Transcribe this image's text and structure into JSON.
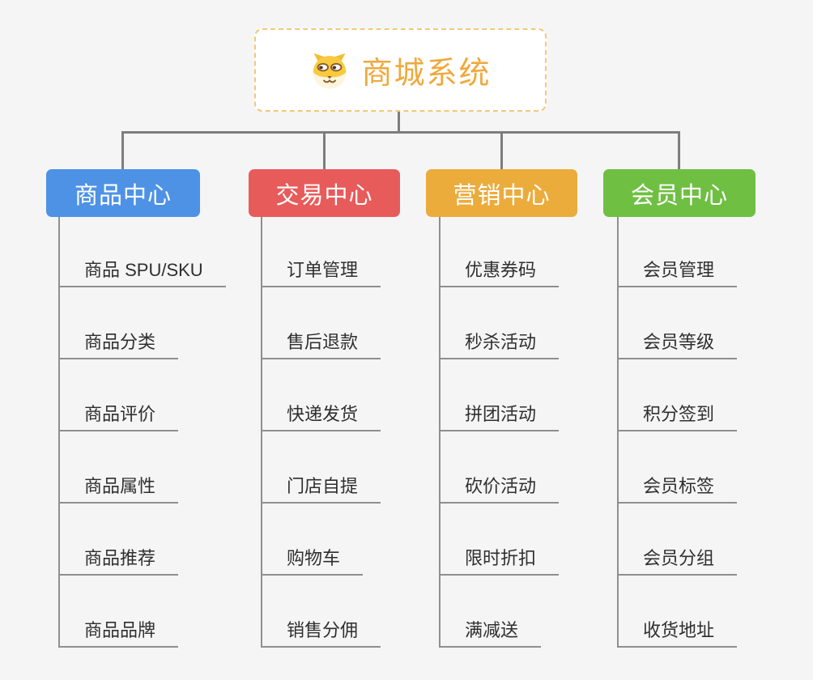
{
  "canvas": {
    "background": "#f5f5f6",
    "connector_color": "#7d7d7d",
    "leaf_line_color": "#8f8f8f"
  },
  "root": {
    "title": "商城系统",
    "icon": "dog-face-icon",
    "text_color": "#efa93d",
    "border_color": "#f2c879",
    "background": "#ffffff"
  },
  "branches": [
    {
      "label": "商品中心",
      "color": "#4d92e5",
      "children": [
        "商品 SPU/SKU",
        "商品分类",
        "商品评价",
        "商品属性",
        "商品推荐",
        "商品品牌"
      ]
    },
    {
      "label": "交易中心",
      "color": "#e85b5b",
      "children": [
        "订单管理",
        "售后退款",
        "快递发货",
        "门店自提",
        "购物车",
        "销售分佣"
      ]
    },
    {
      "label": "营销中心",
      "color": "#ebac3c",
      "children": [
        "优惠券码",
        "秒杀活动",
        "拼团活动",
        "砍价活动",
        "限时折扣",
        "满减送"
      ]
    },
    {
      "label": "会员中心",
      "color": "#6fbf43",
      "children": [
        "会员管理",
        "会员等级",
        "积分签到",
        "会员标签",
        "会员分组",
        "收货地址"
      ]
    }
  ]
}
